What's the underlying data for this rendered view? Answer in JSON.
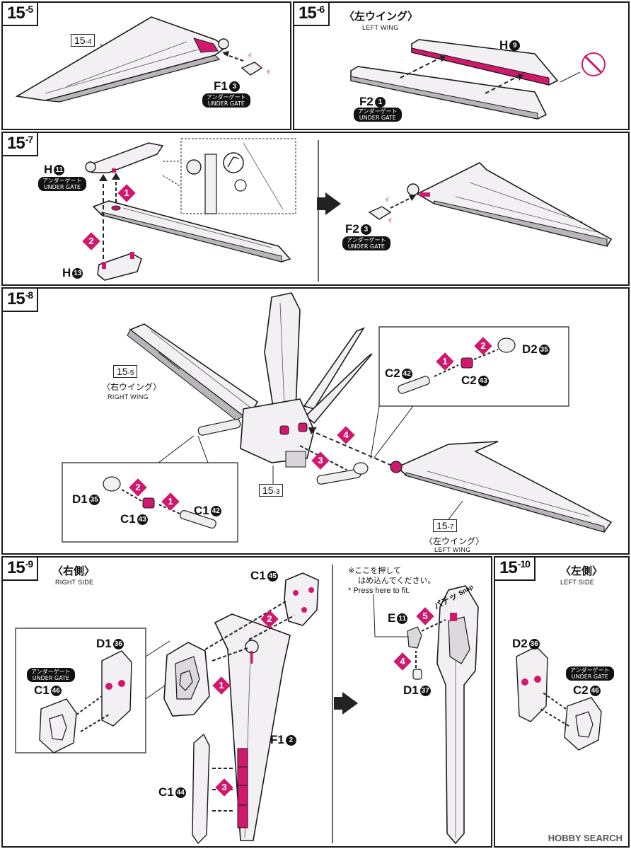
{
  "steps": {
    "s15_5": {
      "num": "15",
      "sub": "5"
    },
    "s15_6": {
      "num": "15",
      "sub": "6",
      "title_jp": "〈左ウイング〉",
      "title_en": "LEFT WING"
    },
    "s15_7": {
      "num": "15",
      "sub": "7"
    },
    "s15_8": {
      "num": "15",
      "sub": "8"
    },
    "s15_9": {
      "num": "15",
      "sub": "9",
      "title_jp": "〈右側〉",
      "title_en": "RIGHT SIDE"
    },
    "s15_10": {
      "num": "15",
      "sub": "10",
      "title_jp": "〈左側〉",
      "title_en": "LEFT SIDE"
    }
  },
  "refs": {
    "r15_4": {
      "num": "15",
      "sub": "4"
    },
    "r15_5": {
      "num": "15",
      "sub": "5",
      "jp": "〈右ウイング〉",
      "en": "RIGHT WING"
    },
    "r15_3": {
      "num": "15",
      "sub": "3"
    },
    "r15_7": {
      "num": "15",
      "sub": "7",
      "jp": "〈左ウイング〉",
      "en": "LEFT WING"
    }
  },
  "parts": {
    "p1": {
      "label": "F1",
      "no": "3"
    },
    "p2": {
      "label": "H",
      "no": "9"
    },
    "p3": {
      "label": "F2",
      "no": "1"
    },
    "p4": {
      "label": "H",
      "no": "11"
    },
    "p5": {
      "label": "H",
      "no": "13"
    },
    "p6": {
      "label": "F2",
      "no": "3"
    },
    "p7": {
      "label": "D2",
      "no": "35"
    },
    "p8": {
      "label": "C2",
      "no": "42"
    },
    "p9": {
      "label": "C2",
      "no": "43"
    },
    "p10": {
      "label": "D1",
      "no": "35"
    },
    "p11": {
      "label": "C1",
      "no": "43"
    },
    "p12": {
      "label": "C1",
      "no": "42"
    },
    "p13": {
      "label": "C1",
      "no": "45"
    },
    "p14": {
      "label": "D1",
      "no": "36"
    },
    "p15": {
      "label": "C1",
      "no": "46"
    },
    "p16": {
      "label": "F1",
      "no": "2"
    },
    "p17": {
      "label": "C1",
      "no": "44"
    },
    "p18": {
      "label": "E",
      "no": "11"
    },
    "p19": {
      "label": "D1",
      "no": "37"
    },
    "p20": {
      "label": "D2",
      "no": "36"
    },
    "p21": {
      "label": "C2",
      "no": "46"
    }
  },
  "gate": {
    "jp": "アンダーゲート",
    "en": "UNDER GATE"
  },
  "order": {
    "o1": "1",
    "o2": "2",
    "o3": "3",
    "o4": "4",
    "o5": "5"
  },
  "press_note": {
    "line1": "※ここを押して",
    "line2": "はめ込んでください。",
    "line3": "* Press here to fit."
  },
  "snap": {
    "jp": "パチッ",
    "en": "Snap"
  },
  "watermark": "HOBBY SEARCH",
  "colors": {
    "accent": "#d0186c",
    "line": "#1a1a1a",
    "part_fill": "#f2f0f2",
    "shade": "#b9b5ba"
  }
}
